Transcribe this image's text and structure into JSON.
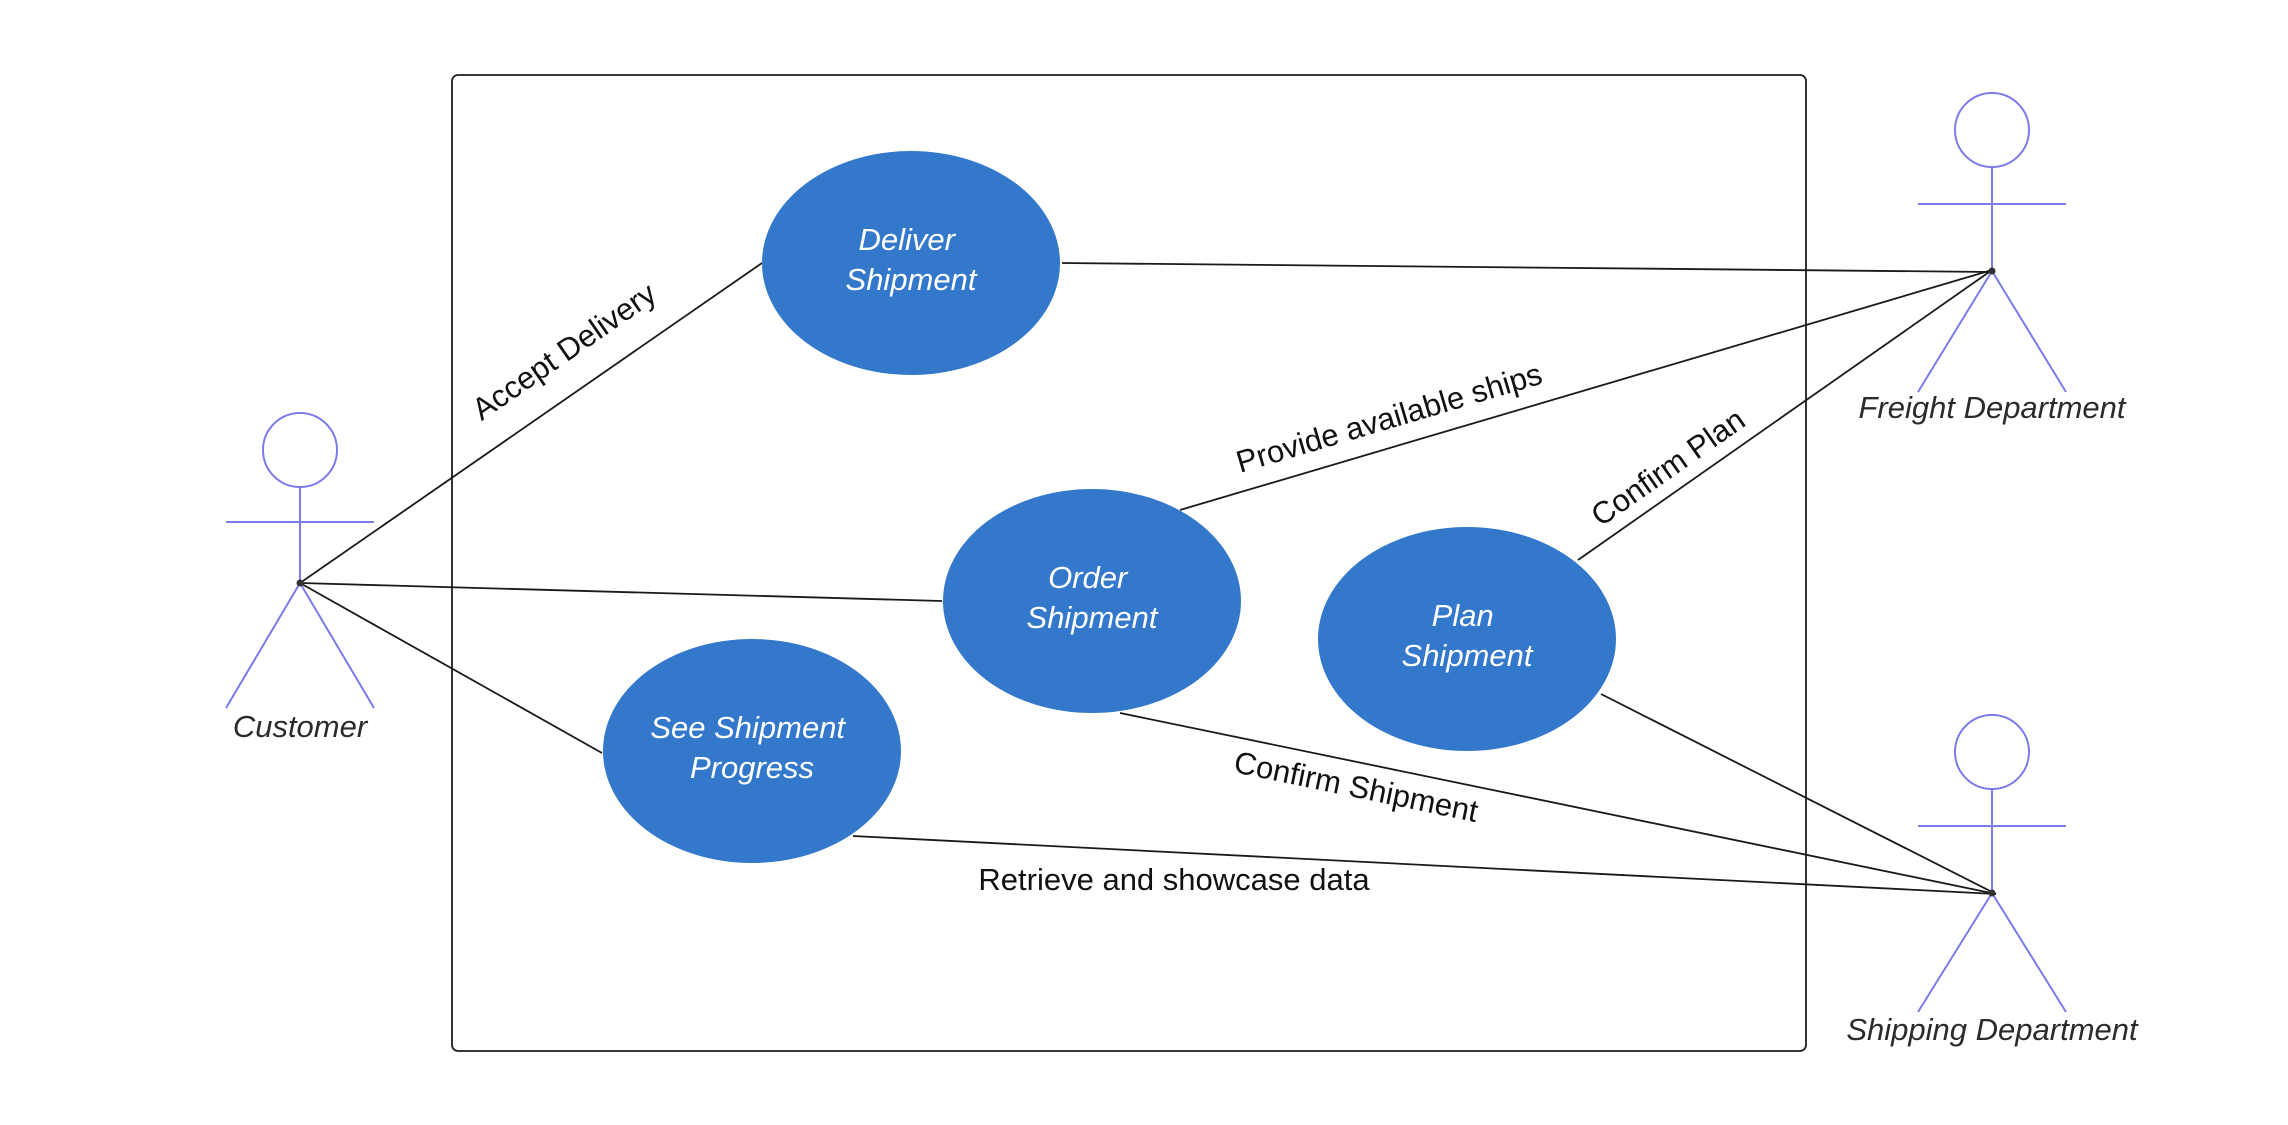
{
  "colors": {
    "usecase_fill": "#3478cc",
    "usecase_text": "#ffffff",
    "actor_stroke": "#7b7bea",
    "line": "#1a1a1a"
  },
  "actors": {
    "customer": "Customer",
    "freight": "Freight Department",
    "shipping": "Shipping Department"
  },
  "usecases": {
    "deliver": [
      "Deliver",
      "Shipment"
    ],
    "order": [
      "Order",
      "Shipment"
    ],
    "plan": [
      "Plan",
      "Shipment"
    ],
    "progress": [
      "See Shipment",
      "Progress"
    ]
  },
  "associations": {
    "accept_delivery": "Accept Delivery",
    "provide_ships": "Provide available ships",
    "confirm_plan": "Confirm Plan",
    "confirm_shipment": "Confirm Shipment",
    "retrieve_data": "Retrieve and showcase data"
  }
}
